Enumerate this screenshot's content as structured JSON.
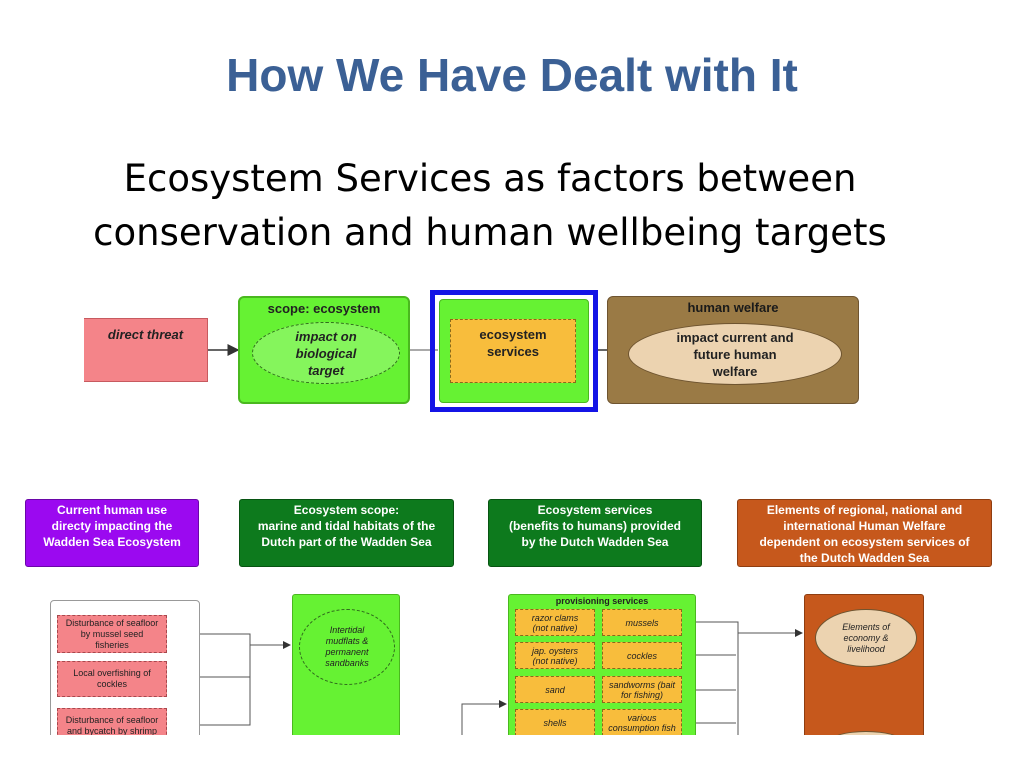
{
  "title": "How We Have Dealt with It",
  "subtitle": {
    "line1": "Ecosystem Services as factors between",
    "line2": "conservation and human wellbeing targets"
  },
  "top_flow": {
    "direct_threat": "direct threat",
    "scope_header": "scope: ecosystem",
    "scope_ellipse": [
      "impact on",
      "biological",
      "target"
    ],
    "services": [
      "ecosystem",
      "services"
    ],
    "welfare_header": "human welfare",
    "welfare_ellipse": [
      "impact current and",
      "future human",
      "welfare"
    ],
    "highlight_color": "#1414e6"
  },
  "bottom": {
    "headers": [
      {
        "lines": [
          "Current human use",
          "directy impacting the",
          "Wadden Sea Ecosystem"
        ],
        "color": "#9b09f0"
      },
      {
        "lines": [
          "Ecosystem scope:",
          "marine and tidal habitats of the",
          "Dutch part of the Wadden Sea"
        ],
        "color": "#0d7a1d"
      },
      {
        "lines": [
          "Ecosystem services",
          "(benefits to humans) provided",
          "by the Dutch Wadden Sea"
        ],
        "color": "#0d7a1d"
      },
      {
        "lines": [
          "Elements of regional, national and",
          "international Human Welfare",
          "dependent on ecosystem services of",
          "the Dutch Wadden Sea"
        ],
        "color": "#c6581c"
      }
    ],
    "threats": [
      {
        "lines": [
          "Disturbance of seafloor",
          "by mussel seed",
          "fisheries"
        ]
      },
      {
        "lines": [
          "Local overfishing of",
          "cockles"
        ]
      },
      {
        "lines": [
          "Disturbance of seafloor",
          "and bycatch by shrimp"
        ]
      }
    ],
    "habitat_ellipse": [
      "Intertidal",
      "mudflats &",
      "permanent",
      "sandbanks"
    ],
    "provisioning_header": "provisioning services",
    "provisioning": [
      {
        "lines": [
          "razor clams",
          "(not native)"
        ]
      },
      {
        "lines": [
          "mussels"
        ]
      },
      {
        "lines": [
          "jap. oysters",
          "(not native)"
        ]
      },
      {
        "lines": [
          "cockles"
        ]
      },
      {
        "lines": [
          "sand"
        ]
      },
      {
        "lines": [
          "sandworms (bait",
          "for fishing)"
        ]
      },
      {
        "lines": [
          "shells"
        ]
      },
      {
        "lines": [
          "various",
          "consumption fish"
        ]
      }
    ],
    "economy_ellipse": [
      "Elements of",
      "economy &",
      "livelihood"
    ]
  }
}
